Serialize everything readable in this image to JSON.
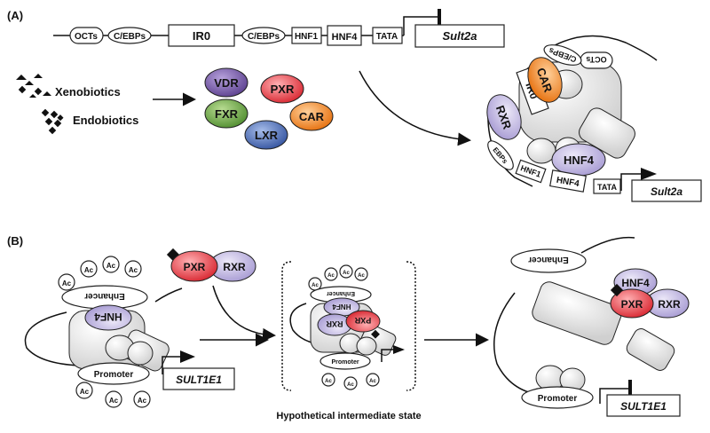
{
  "panel_a": {
    "label": "(A)",
    "promoter_elements": [
      "OCTs",
      "C/EBPs",
      "IR0",
      "C/EBPs",
      "HNF1",
      "HNF4",
      "TATA"
    ],
    "gene": "Sult2a",
    "inducers": [
      "Xenobiotics",
      "Endobiotics"
    ],
    "receptors": [
      {
        "name": "VDR",
        "color": "#6b4f9e"
      },
      {
        "name": "PXR",
        "color": "#e0333f"
      },
      {
        "name": "FXR",
        "color": "#5c9a3a"
      },
      {
        "name": "CAR",
        "color": "#ef7d1a"
      },
      {
        "name": "LXR",
        "color": "#3f63b0"
      }
    ],
    "complex": {
      "receptor_1": "CAR",
      "receptor_2": "RXR",
      "ir0": "IR0",
      "ocTs": "OCTs",
      "cebps_top": "C/EBPs",
      "cebps_bottom": "EBPs",
      "hnf1": "HNF1",
      "hnf4_bound": "HNF4",
      "hnf4_box": "HNF4",
      "tata": "TATA",
      "gene": "Sult2a"
    }
  },
  "panel_b": {
    "label": "(B)",
    "left": {
      "enhancer": "Enhancer",
      "hnf4": "HNF4",
      "promoter": "Promoter",
      "gene": "SULT1E1",
      "acetyl": "Ac"
    },
    "incoming": {
      "pxr": "PXR",
      "rxr": "RXR"
    },
    "middle": {
      "enhancer": "Enhancer",
      "hnf4": "HNF4",
      "rxr": "RXR",
      "pxr": "PXR",
      "promoter": "Promoter",
      "acetyl": "Ac",
      "caption": "Hypothetical intermediate state"
    },
    "right": {
      "enhancer": "Enhancer",
      "hnf4": "HNF4",
      "pxr": "PXR",
      "rxr": "RXR",
      "promoter": "Promoter",
      "gene": "SULT1E1"
    }
  },
  "colors": {
    "purple_light": "#c7c0e6",
    "pxr_red": "#e0333f",
    "car_orange": "#ef7d1a"
  }
}
